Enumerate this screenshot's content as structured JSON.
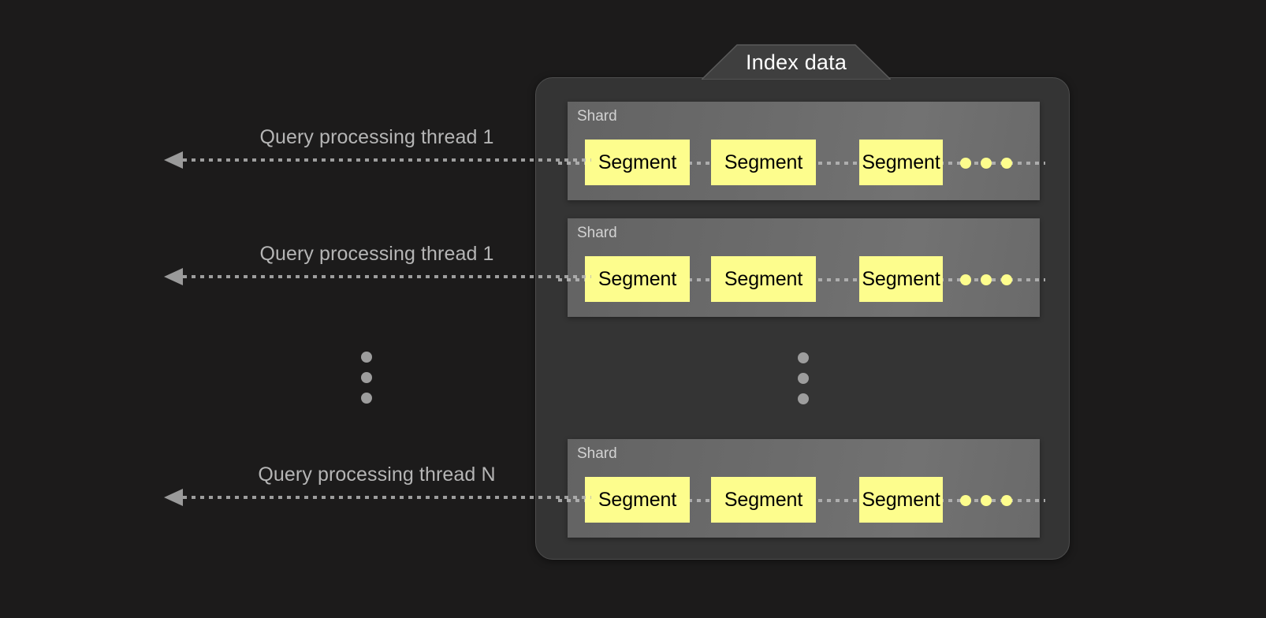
{
  "diagram": {
    "title": "Index data",
    "background_color": "#1c1b1b",
    "container_color": "#343434",
    "shard_color": "#6c6c6c",
    "segment_color": "#fdfd8d",
    "accent_text_color": "#b5b5b5"
  },
  "threads": [
    {
      "label": "Query processing thread 1",
      "arrow": "arrow-left"
    },
    {
      "label": "Query processing thread 1",
      "arrow": "arrow-left"
    },
    {
      "label": "Query processing thread N",
      "arrow": "arrow-left"
    }
  ],
  "thread_ellipsis": {
    "glyph": "vertical-ellipsis",
    "dots": 3
  },
  "shards": [
    {
      "label": "Shard",
      "segments": [
        "Segment",
        "Segment",
        "Segment"
      ],
      "more": {
        "glyph": "horizontal-ellipsis",
        "dots": 3
      }
    },
    {
      "label": "Shard",
      "segments": [
        "Segment",
        "Segment",
        "Segment"
      ],
      "more": {
        "glyph": "horizontal-ellipsis",
        "dots": 3
      }
    },
    {
      "label": "Shard",
      "segments": [
        "Segment",
        "Segment",
        "Segment"
      ],
      "more": {
        "glyph": "horizontal-ellipsis",
        "dots": 3
      }
    }
  ],
  "shard_ellipsis": {
    "glyph": "vertical-ellipsis",
    "dots": 3
  }
}
